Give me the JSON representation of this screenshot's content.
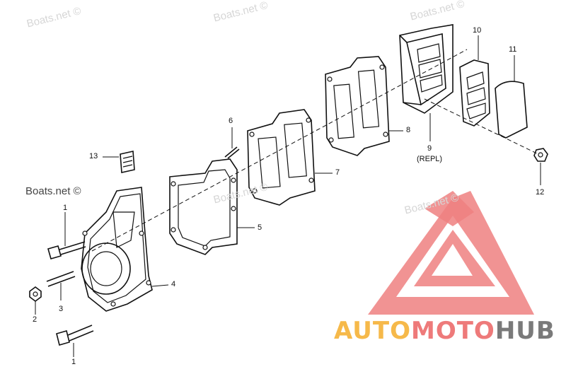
{
  "watermarks": [
    "Boats.net ©",
    "Boats.net ©",
    "Boats.net ©",
    "Boats.net ©",
    "Boats.net ©"
  ],
  "watermark_strong": "Boats.net ©",
  "callouts": {
    "c1_top": "1",
    "c1_bottom": "1",
    "c2": "2",
    "c3": "3",
    "c4": "4",
    "c5": "5",
    "c6": "6",
    "c7": "7",
    "c8": "8",
    "c9": "9",
    "c9_note": "(REPL)",
    "c10": "10",
    "c11": "11",
    "c12": "12",
    "c13": "13"
  },
  "brand": {
    "part1": "AUTO",
    "part2": "MOTO",
    "part3": "HUB"
  },
  "colors": {
    "logo_red": "#ef7f7f",
    "brand_orange": "#f6b94a",
    "brand_gray": "#7a7a7a",
    "line": "#111111"
  }
}
